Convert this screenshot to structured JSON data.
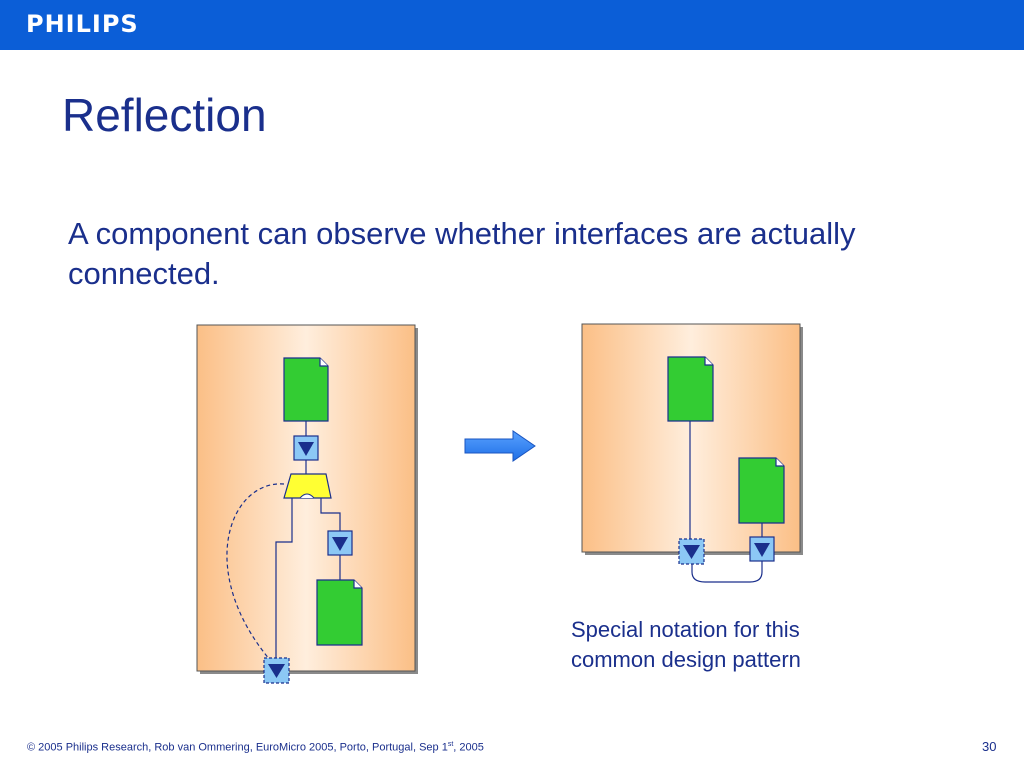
{
  "header": {
    "logo_text": "PHILIPS",
    "bar_color": "#0b5ed7"
  },
  "slide": {
    "title": "Reflection",
    "body": "A component can observe whether interfaces are actually connected.",
    "caption": "Special notation for this common design pattern"
  },
  "footer": {
    "text_pre": "© 2005 Philips Research,  Rob van Ommering, EuroMicro 2005, Porto, Portugal, Sep 1",
    "text_sup": "st",
    "text_post": ", 2005",
    "page_number": "30"
  },
  "colors": {
    "text": "#1a2f8c",
    "component_green": "#33cc33",
    "interface_blue": "#8cc8f5",
    "connector_yellow": "#ffff33",
    "arrow_blue": "#1e6fe6",
    "container_peach": "#fdc593"
  }
}
